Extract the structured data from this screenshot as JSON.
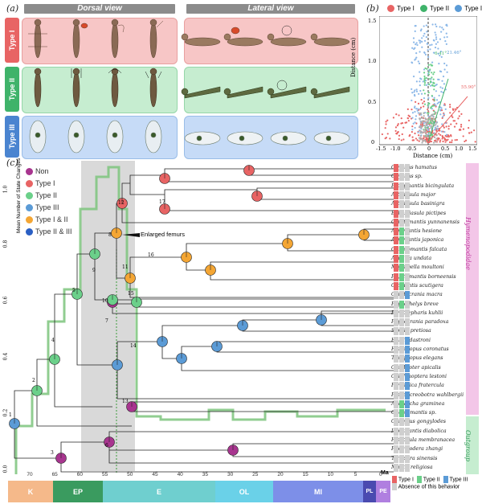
{
  "panels": {
    "a": "(a)",
    "b": "(b)",
    "c": "(c)"
  },
  "views": {
    "dorsal": "Dorsal view",
    "lateral": "Lateral view"
  },
  "types": {
    "t1": "Type I",
    "t2": "Type II",
    "t3": "Type III"
  },
  "scatter": {
    "legend": [
      "Type I",
      "Type II",
      "Type III"
    ],
    "ylabel": "Distance (cm)",
    "xlabel": "Distance (cm)",
    "yticks": [
      "1.5",
      "1.0",
      "0.5",
      "0"
    ],
    "xticks": [
      "-1.5",
      "-1.0",
      "-0.5",
      "0",
      "0.5",
      "1.0",
      "1.5"
    ],
    "angles": [
      "6.41°",
      "21.46°",
      "55.90°"
    ]
  },
  "tree_legend": [
    "Non",
    "Type I",
    "Type II",
    "Type III",
    "Type I & II",
    "Type II & III"
  ],
  "side_axis": {
    "label": "Mean Number of State Changes",
    "ticks": [
      "0.0",
      "0.2",
      "0.4",
      "0.6",
      "0.8",
      "1.0"
    ]
  },
  "annotation": "Enlarged femurs",
  "node_numbers": [
    "1",
    "2",
    "3",
    "4",
    "5",
    "6",
    "7",
    "8",
    "9",
    "10",
    "11",
    "12",
    "13",
    "14",
    "15",
    "16",
    "17"
  ],
  "taxa": [
    "Oxypilus hamatus",
    "Oxypilus sp.",
    "Pachymantis bicingulata",
    "Astyliasula major",
    "Astyliasula basinigra",
    "Ephestiasula pictipes",
    "Ceratomantis yunnanensis",
    "Acromantis hesione",
    "Acromantis japonica",
    "Citharomantis falcata",
    "Ambivia undata",
    "Majangella moultoni",
    "Psychomantis borneensis",
    "Otomantis scutigera",
    "Caratocrania macra",
    "Phyllothelys breve",
    "Parablepharis kuhlii",
    "Phyllocrania paradoxa",
    "Sibylla pretiosa",
    "Helvia dastroni",
    "Hymenopus coronatus",
    "Theopropus elegans",
    "Creobroter apicalis",
    "Chlidonoptera lestoni",
    "Panurgica fratercula",
    "Pseudocreobotra wahlbergii",
    "Anaxarcha graminea",
    "Odontomantis sp.",
    "Gongylus gongylodes",
    "Idolomantis diabolica",
    "Hierodula membranacea",
    "Rhombodera zhangi",
    "Tenodera sinensis",
    "Mantis religiosa"
  ],
  "family_labels": [
    "Hymenopodidae",
    "Outgroup"
  ],
  "time_axis": {
    "unit": "Ma",
    "ticks": [
      "70",
      "65",
      "60",
      "55",
      "50",
      "45",
      "40",
      "35",
      "30",
      "25",
      "20",
      "15",
      "10",
      "5",
      "0"
    ]
  },
  "epochs": [
    {
      "label": "K",
      "color": "#f5b98a"
    },
    {
      "label": "EP",
      "color": "#3a9b5f"
    },
    {
      "label": "E",
      "color": "#6fcfcf"
    },
    {
      "label": "OL",
      "color": "#6ad1e8"
    },
    {
      "label": "MI",
      "color": "#7d8fe8"
    },
    {
      "label": "PL",
      "color": "#4a4ab0"
    },
    {
      "label": "PE",
      "color": "#b07fe0"
    }
  ],
  "matrix_legend": [
    "Type I",
    "Type II",
    "Type III",
    "Absence of this behavior"
  ],
  "colors": {
    "t1": "#e86464",
    "t2": "#6bd08a",
    "t3": "#5b9bd6",
    "t12": "#f4a634",
    "t23": "#2a5fc4",
    "non": "#a8358f",
    "pink": "#f7c6c6",
    "green": "#c6edd0",
    "blue": "#c6dbf7"
  }
}
